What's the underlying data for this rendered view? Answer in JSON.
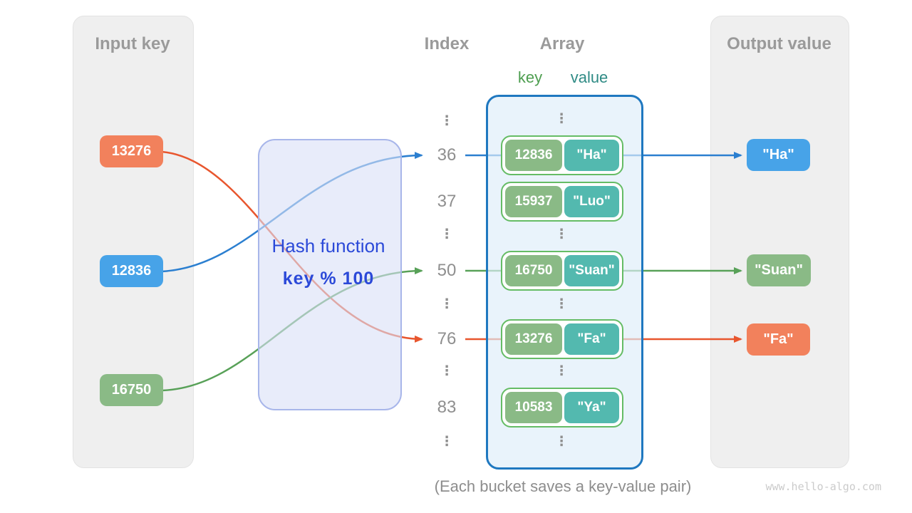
{
  "headers": {
    "input": "Input key",
    "index": "Index",
    "array": "Array",
    "key_label": "key",
    "value_label": "value",
    "output": "Output value"
  },
  "hash": {
    "title": "Hash function",
    "formula": "key % 100"
  },
  "input_keys": [
    {
      "label": "13276",
      "color": "#f2815c"
    },
    {
      "label": "12836",
      "color": "#47a3e8"
    },
    {
      "label": "16750",
      "color": "#8aba86"
    }
  ],
  "index_rows": [
    "⋮",
    "36",
    "37",
    "⋮",
    "50",
    "⋮",
    "76",
    "⋮",
    "83",
    "⋮"
  ],
  "ellipsis": "⋮",
  "buckets": [
    {
      "index": "36",
      "key": "12836",
      "value": "\"Ha\""
    },
    {
      "index": "37",
      "key": "15937",
      "value": "\"Luo\""
    },
    {
      "index": "50",
      "key": "16750",
      "value": "\"Suan\""
    },
    {
      "index": "76",
      "key": "13276",
      "value": "\"Fa\""
    },
    {
      "index": "83",
      "key": "10583",
      "value": "\"Ya\""
    }
  ],
  "outputs": [
    {
      "label": "\"Ha\"",
      "color": "#47a3e8"
    },
    {
      "label": "\"Suan\"",
      "color": "#8aba86"
    },
    {
      "label": "\"Fa\"",
      "color": "#f2815c"
    }
  ],
  "caption": "(Each bucket saves a key-value pair)",
  "watermark": "www.hello-algo.com",
  "colors": {
    "panel_bg": "#efefef",
    "hash_box_bg": "#e8ecfa",
    "hash_box_border": "#a8b6ea",
    "hash_text": "#2b49d8",
    "array_bg": "#e9f3fb",
    "array_border": "#1f78c0",
    "bucket_border": "#65bc65",
    "bucket_key_bg": "#8aba86",
    "bucket_value_bg": "#53b9af",
    "arrow_blue": "#2b7fd0",
    "arrow_green": "#58a158",
    "arrow_orange": "#e8562e",
    "label_gray": "#9a9a9a",
    "key_label_green": "#4e9e50",
    "value_label_teal": "#2f8b85"
  }
}
